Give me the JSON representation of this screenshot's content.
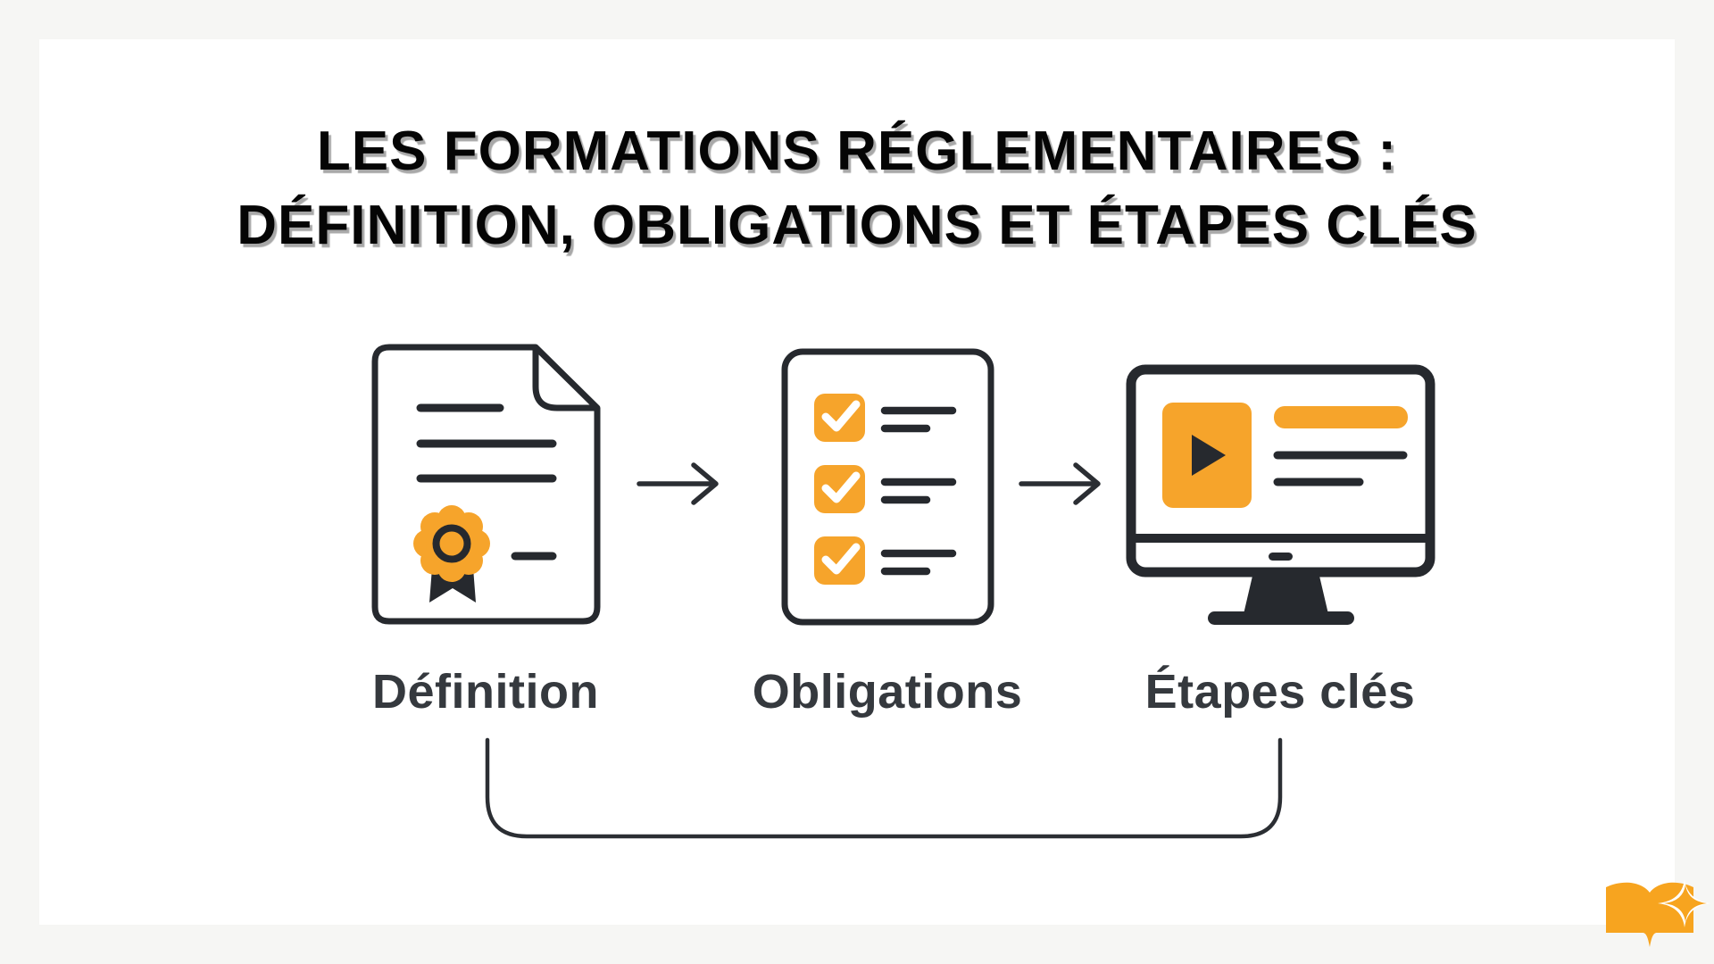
{
  "title": {
    "line1": "LES FORMATIONS RÉGLEMENTAIRES :",
    "line2": "DÉFINITION, OBLIGATIONS ET ÉTAPES CLÉS"
  },
  "steps": [
    {
      "label": "Définition",
      "icon": "certificate-document-icon"
    },
    {
      "label": "Obligations",
      "icon": "checklist-icon"
    },
    {
      "label": "Étapes clés",
      "icon": "video-monitor-icon"
    }
  ],
  "flow": {
    "forward_arrows": 2,
    "loop_back_connector": true
  },
  "logo": {
    "icon": "open-book-sparkle-logo"
  },
  "colors": {
    "background": "#F6F6F4",
    "card": "#FFFFFF",
    "accent_orange": "#F6A42B",
    "logo_orange": "#F7A41F",
    "ink": "#26292E",
    "arrow_ink": "#2B2E33",
    "label_text": "#35393E",
    "title_text": "#050505",
    "title_shadow": "#A8A8A8"
  }
}
